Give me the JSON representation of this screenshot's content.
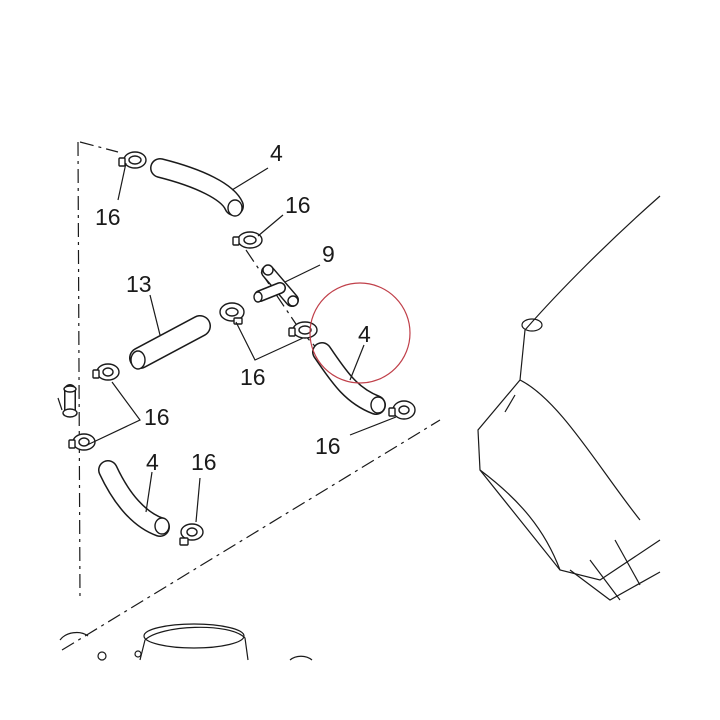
{
  "diagram": {
    "callouts": {
      "c4_top": "4",
      "c16_top_left": "16",
      "c16_top_right": "16",
      "c9": "9",
      "c13": "13",
      "c4_circled": "4",
      "c16_mid": "16",
      "c16_left": "16",
      "c16_right": "16",
      "c4_bottom": "4",
      "c16_bottom": "16"
    },
    "highlight_color": "#c0404a",
    "line_color": "#1a1a1a"
  }
}
